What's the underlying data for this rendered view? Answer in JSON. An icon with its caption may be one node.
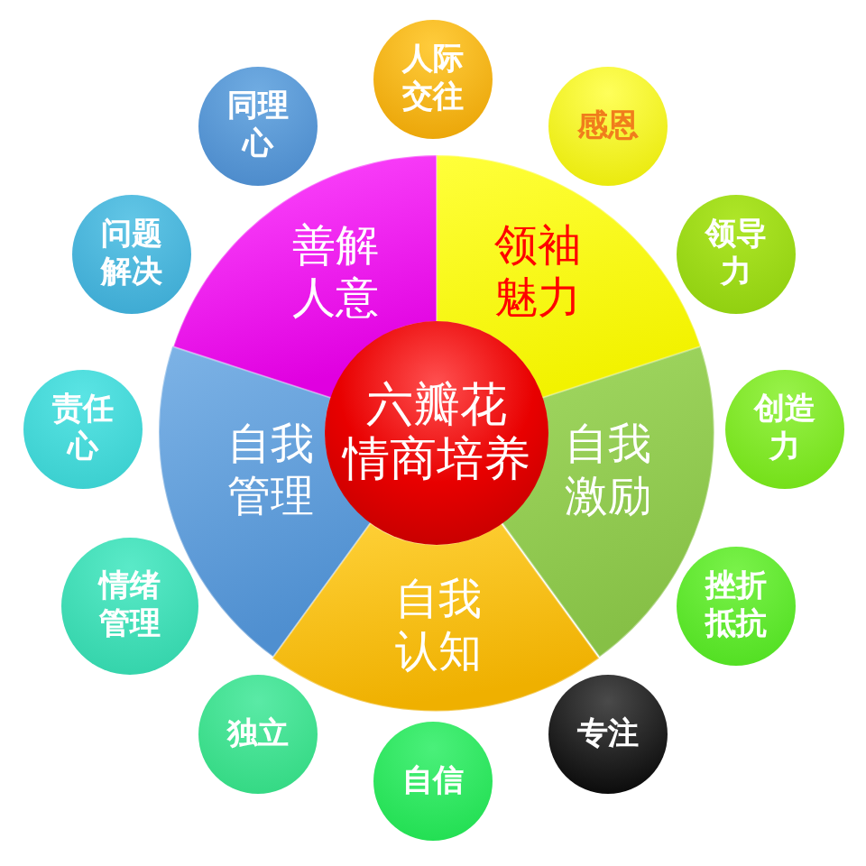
{
  "diagram": {
    "nodes": [
      {
        "text": [
          "六瓣花",
          "情商培养"
        ]
      },
      {
        "text": [
          "善解人意"
        ]
      },
      {
        "text": [
          "领袖魅力"
        ]
      },
      {
        "text": [
          "自我管理"
        ]
      },
      {
        "text": [
          "自我激励"
        ]
      },
      {
        "text": [
          "自我认知"
        ]
      },
      {
        "text": [
          "人际交往"
        ]
      },
      {
        "text": [
          "同理心"
        ]
      },
      {
        "text": [
          "感恩"
        ]
      },
      {
        "text": [
          "问题解决"
        ]
      },
      {
        "text": [
          "领导力"
        ]
      },
      {
        "text": [
          "责任心"
        ]
      },
      {
        "text": [
          "创造力"
        ]
      },
      {
        "text": [
          "情绪管理"
        ]
      },
      {
        "text": [
          "挫折抵抗"
        ]
      },
      {
        "text": [
          "独立"
        ]
      },
      {
        "text": [
          "专注"
        ]
      },
      {
        "text": [
          "自信"
        ]
      }
    ]
  }
}
